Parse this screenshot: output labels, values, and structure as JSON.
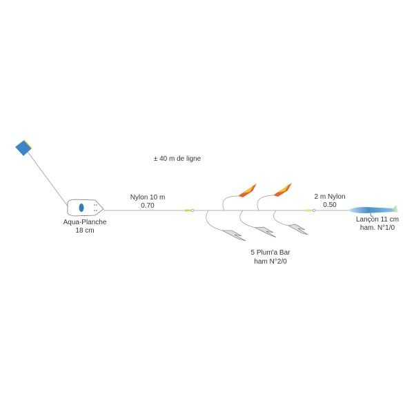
{
  "title": "± 40 m de ligne",
  "board": {
    "name": "Aqua-Planche",
    "size": "18 cm"
  },
  "main_line": {
    "name": "Nylon 10 m",
    "diameter": "0.70"
  },
  "leader": {
    "name": "2 m Nylon",
    "diameter": "0.50"
  },
  "feathers": {
    "name": "5 Plum'a Bar",
    "hook": "ham N°2/0"
  },
  "lure": {
    "name": "Lançon 11 cm",
    "hook": "ham. N°1/0"
  },
  "colors": {
    "kite": "#3b86c9",
    "line": "#999999",
    "feather_orange": "#e8632a",
    "feather_yellow": "#f2c230",
    "lure_blue": "#5fa8d8"
  }
}
